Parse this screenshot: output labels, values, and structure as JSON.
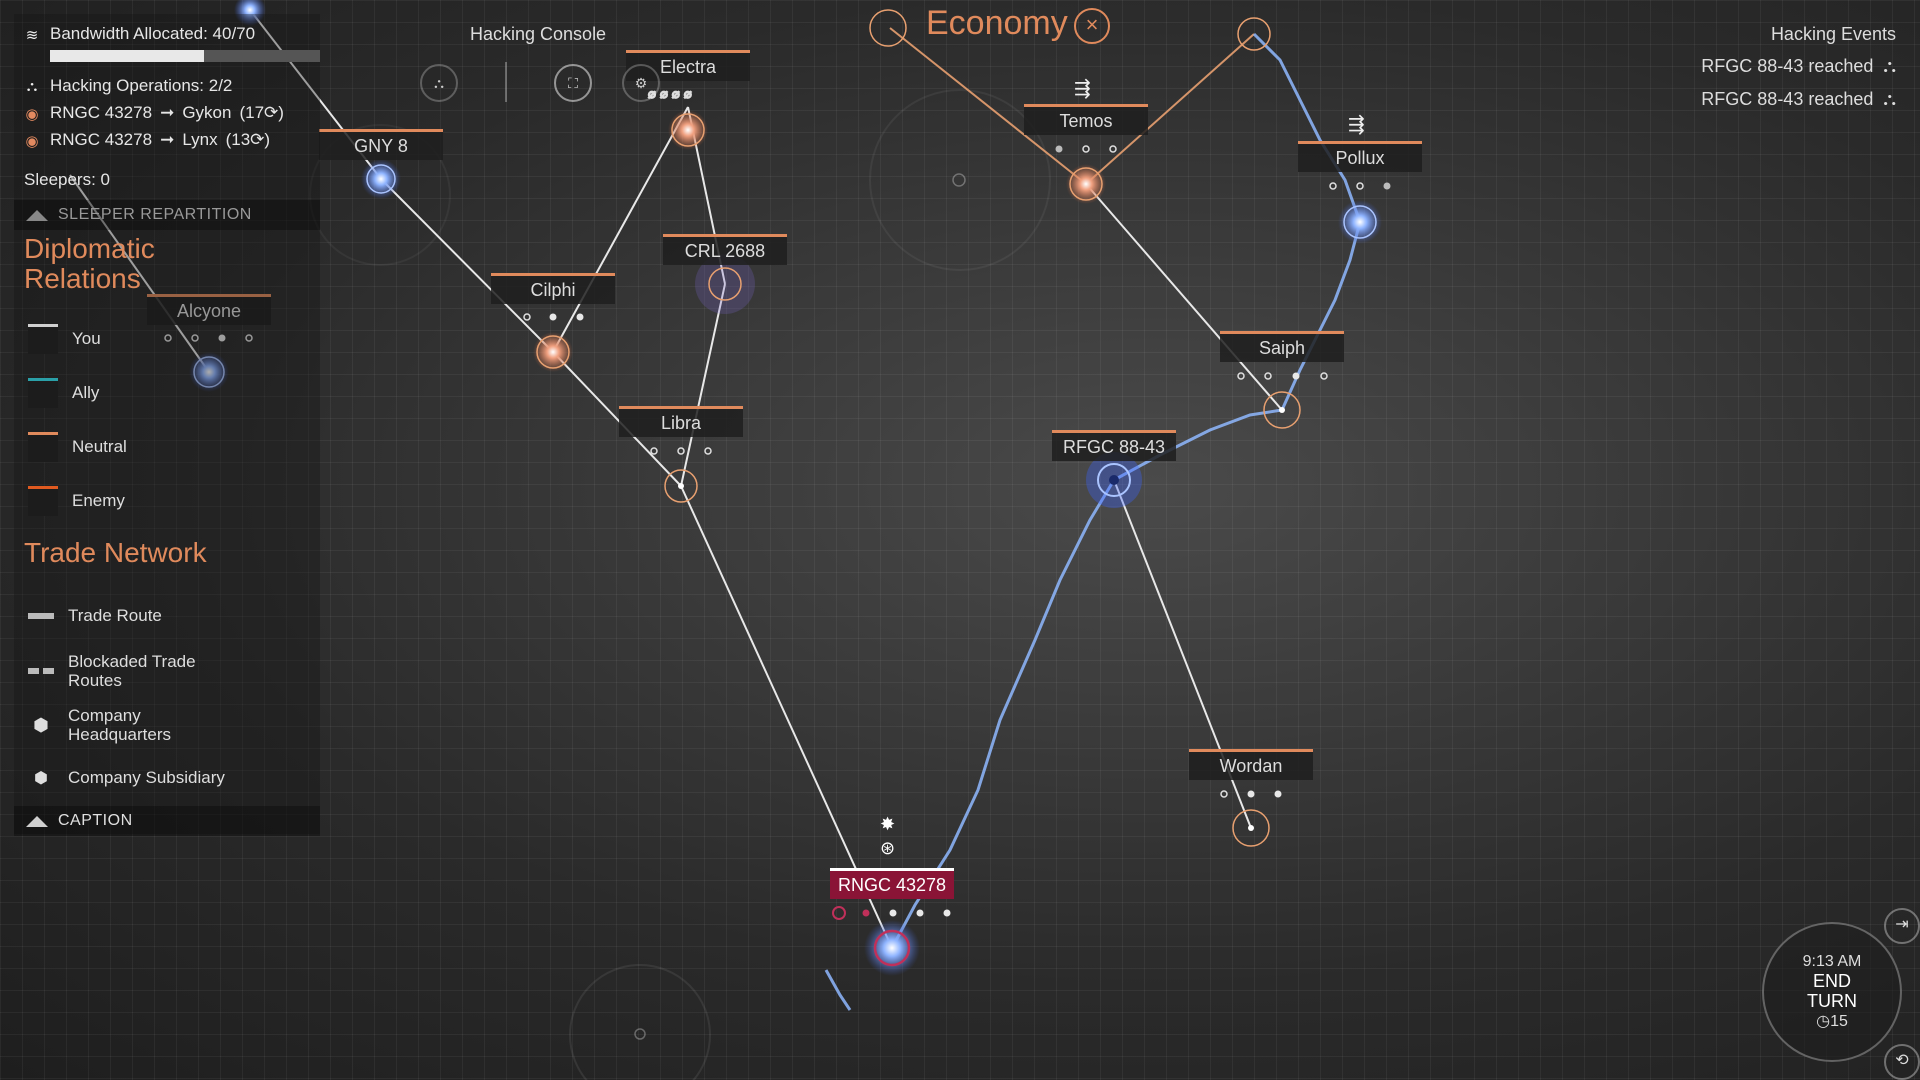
{
  "hud": {
    "bandwidth_label": "Bandwidth Allocated: 40/70",
    "bandwidth_fraction": 0.571,
    "hacking_ops_label": "Hacking Operations: 2/2",
    "ops": [
      {
        "from": "RNGC 43278",
        "arrow": "➞",
        "to": "Gykon",
        "turns": "(17⟳)"
      },
      {
        "from": "RNGC 43278",
        "arrow": "➞",
        "to": "Lynx",
        "turns": "(13⟳)"
      }
    ],
    "sleepers_label": "Sleepers: 0",
    "sleeper_repartition": "SLEEPER REPARTITION"
  },
  "diplomatic": {
    "title_line1": "Diplomatic",
    "title_line2": "Relations",
    "items": [
      {
        "label": "You",
        "color": "#d0d0d0"
      },
      {
        "label": "Ally",
        "color": "#2aa0a8"
      },
      {
        "label": "Neutral",
        "color": "#e08a5c"
      },
      {
        "label": "Enemy",
        "color": "#e05a20"
      }
    ]
  },
  "trade": {
    "title": "Trade Network",
    "items": [
      {
        "label": "Trade Route"
      },
      {
        "label_line1": "Blockaded Trade",
        "label_line2": "Routes"
      },
      {
        "label_line1": "Company",
        "label_line2": "Headquarters"
      },
      {
        "label": "Company Subsidiary"
      }
    ]
  },
  "caption_label": "CAPTION",
  "console": {
    "title": "Hacking Console"
  },
  "economy": {
    "label": "Economy",
    "close": "×"
  },
  "events": {
    "title": "Hacking Events",
    "items": [
      "RFGC 88-43 reached",
      "RFGC 88-43 reached"
    ]
  },
  "nodes": [
    {
      "name": "Electra"
    },
    {
      "name": "GNY 8"
    },
    {
      "name": "Alcyone"
    },
    {
      "name": "Cilphi"
    },
    {
      "name": "CRL 2688"
    },
    {
      "name": "Libra"
    },
    {
      "name": "Temos"
    },
    {
      "name": "Pollux"
    },
    {
      "name": "Saiph"
    },
    {
      "name": "RFGC 88-43"
    },
    {
      "name": "Wordan"
    },
    {
      "name": "RNGC 43278"
    }
  ],
  "endturn": {
    "time": "9:13 AM",
    "line1": "END",
    "line2": "TURN",
    "count": "◷15"
  }
}
